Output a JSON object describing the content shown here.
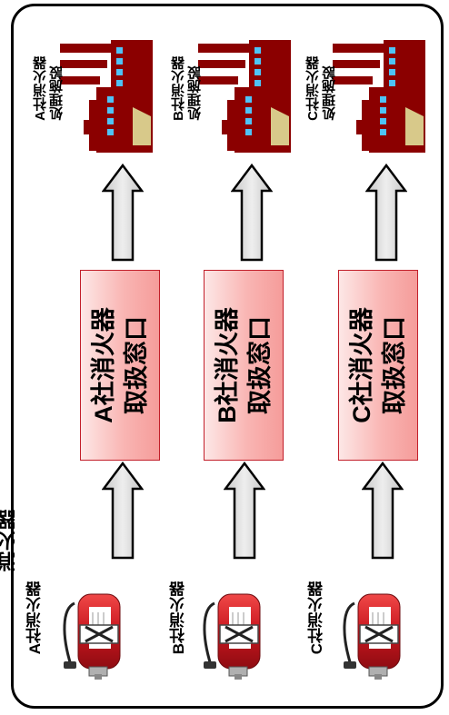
{
  "title_fragment": "消火器",
  "companies": [
    {
      "id": "a",
      "extinguisher_label": "A社消火器",
      "window_line1": "A社消火器",
      "window_line2": "取扱窓口",
      "facility_line1": "A社消火器",
      "facility_line2": "処理施設"
    },
    {
      "id": "b",
      "extinguisher_label": "B社消火器",
      "window_line1": "B社消火器",
      "window_line2": "取扱窓口",
      "facility_line1": "B社消火器",
      "facility_line2": "処理施設"
    },
    {
      "id": "c",
      "extinguisher_label": "C社消火器",
      "window_line1": "C社消火器",
      "window_line2": "取扱窓口",
      "facility_line1": "C社消火器",
      "facility_line2": "処理施設"
    }
  ],
  "icons": {
    "extinguisher": "crossed-out-fire-extinguisher-icon",
    "facility": "factory-icon",
    "flow": "up-arrow-icon"
  },
  "colors": {
    "box_border": "#c21f2a",
    "box_fill": "#f9b5b3",
    "factory": "#8b0000",
    "factory_window": "#4fc3f7",
    "factory_wall": "#d8c98a",
    "arrow_fill": "#d9d9d9",
    "extinguisher": "#d71920"
  }
}
